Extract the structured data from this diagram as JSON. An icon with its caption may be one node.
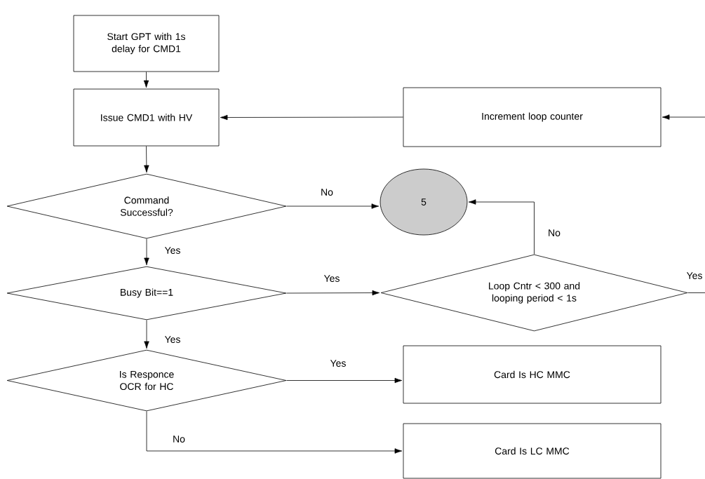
{
  "diagram": {
    "nodes": [
      {
        "text": [
          "Start GPT with 1s delay for CMD1"
        ]
      },
      {
        "text": [
          "Issue CMD1 with HV"
        ]
      },
      {
        "text": [
          "Increment loop counter"
        ]
      },
      {
        "text": [
          "Command Successful?"
        ]
      },
      {
        "text": [
          "5"
        ]
      },
      {
        "text": [
          "Busy Bit==1"
        ]
      },
      {
        "text": [
          "Loop Cntr < 300 and looping period < 1s"
        ]
      },
      {
        "text": [
          "Is Responce OCR for HC"
        ]
      },
      {
        "text": [
          "Card Is HC MMC"
        ]
      },
      {
        "text": [
          "Card Is LC MMC"
        ]
      }
    ],
    "edges": [
      {
        "from": 0,
        "to": 1,
        "arrow": "to"
      },
      {
        "from": 2,
        "to": 1,
        "arrow": "to"
      },
      {
        "from": null,
        "to": 2,
        "arrow": "to"
      },
      {
        "from": 1,
        "to": 3,
        "arrow": "to"
      },
      {
        "from": 3,
        "to": 4,
        "arrow": "to",
        "label": "No"
      },
      {
        "from": 3,
        "to": 5,
        "arrow": "to",
        "label": "Yes"
      },
      {
        "from": 5,
        "to": 6,
        "arrow": "to",
        "label": "Yes"
      },
      {
        "from": 6,
        "to": 4,
        "arrow": "to",
        "label": "No"
      },
      {
        "from": 6,
        "to": null,
        "arrow": "none",
        "label": "Yes"
      },
      {
        "from": 5,
        "to": 7,
        "arrow": "to",
        "label": "Yes"
      },
      {
        "from": 7,
        "to": 8,
        "arrow": "to",
        "label": "Yes"
      },
      {
        "from": 7,
        "to": 9,
        "arrow": "to",
        "label": "No"
      }
    ]
  }
}
